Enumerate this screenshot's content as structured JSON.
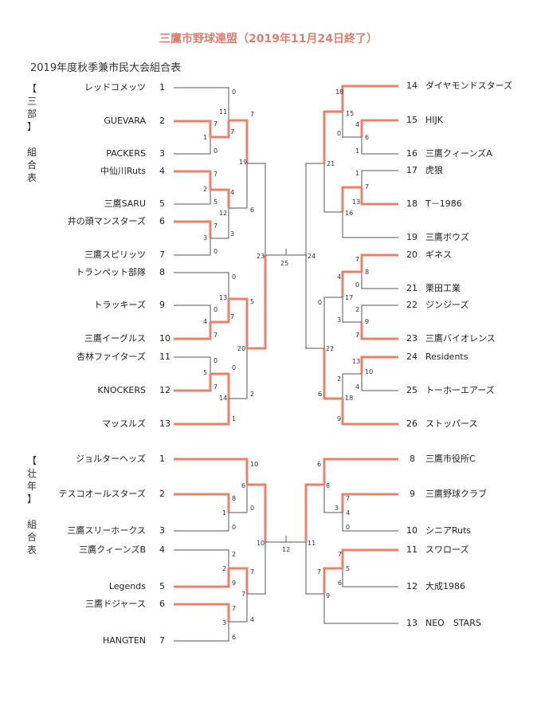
{
  "title": "三鷹市野球連盟（2019年11月24日終了）",
  "subtitle": "2019年度秋季兼市民大会組合表",
  "divisions": {
    "sanbu": [
      "【",
      "三",
      "部",
      "】",
      "",
      "組",
      "合",
      "表"
    ],
    "sonen": [
      "【",
      "壮",
      "年",
      "】",
      "",
      "組",
      "合",
      "表"
    ]
  },
  "sanbu_left": [
    {
      "seed": "1",
      "name": "レッドコメッツ"
    },
    {
      "seed": "2",
      "name": "GUEVARA"
    },
    {
      "seed": "3",
      "name": "PACKERS"
    },
    {
      "seed": "4",
      "name": "中仙川Ruts"
    },
    {
      "seed": "5",
      "name": "三鷹SARU"
    },
    {
      "seed": "6",
      "name": "井の頭マンスターズ"
    },
    {
      "seed": "7",
      "name": "三鷹スピリッツ"
    },
    {
      "seed": "8",
      "name": "トランペット部隊"
    },
    {
      "seed": "9",
      "name": "トラッキーズ"
    },
    {
      "seed": "10",
      "name": "三鷹イーグルス"
    },
    {
      "seed": "11",
      "name": "杏林ファイターズ"
    },
    {
      "seed": "12",
      "name": "KNOCKERS"
    },
    {
      "seed": "13",
      "name": "マッスルズ"
    }
  ],
  "sanbu_right": [
    {
      "seed": "14",
      "name": "ダイヤモンドスターズ"
    },
    {
      "seed": "15",
      "name": "HIJK"
    },
    {
      "seed": "16",
      "name": "三鷹クィーンズA"
    },
    {
      "seed": "17",
      "name": "虎狼"
    },
    {
      "seed": "18",
      "name": "T－1986"
    },
    {
      "seed": "19",
      "name": "三鷹ボウズ"
    },
    {
      "seed": "20",
      "name": "ギネス"
    },
    {
      "seed": "21",
      "name": "栗田工業"
    },
    {
      "seed": "22",
      "name": "ジンジーズ"
    },
    {
      "seed": "23",
      "name": "三鷹バイオレンス"
    },
    {
      "seed": "24",
      "name": "Residents"
    },
    {
      "seed": "25",
      "name": "トーホーエアーズ"
    },
    {
      "seed": "26",
      "name": "ストッパース"
    }
  ],
  "sonen_left": [
    {
      "seed": "1",
      "name": "ジョルターヘッズ"
    },
    {
      "seed": "2",
      "name": "テスコオールスターズ"
    },
    {
      "seed": "3",
      "name": "三鷹スリーホークス"
    },
    {
      "seed": "4",
      "name": "三鷹クィーンズB"
    },
    {
      "seed": "5",
      "name": "Legends"
    },
    {
      "seed": "6",
      "name": "三鷹ドジャース"
    },
    {
      "seed": "7",
      "name": "HANGTEN"
    }
  ],
  "sonen_right": [
    {
      "seed": "8",
      "name": "三鷹市役所C"
    },
    {
      "seed": "9",
      "name": "三鷹野球クラブ"
    },
    {
      "seed": "10",
      "name": "シニアRuts"
    },
    {
      "seed": "11",
      "name": "スワローズ"
    },
    {
      "seed": "12",
      "name": "大成1986"
    },
    {
      "seed": "13",
      "name": "NEO　STARS"
    }
  ],
  "match_numbers": {
    "sanbu": [
      "11",
      "19",
      "12",
      "13",
      "20",
      "14",
      "23",
      "25",
      "24",
      "18",
      "15",
      "21",
      "16",
      "17",
      "22"
    ],
    "sonen": [
      "10",
      "8",
      "7",
      "12",
      "11",
      "6",
      "9"
    ]
  },
  "colors": {
    "title": "#d9826f",
    "winner_line": "#e8826d",
    "line": "#555555"
  }
}
